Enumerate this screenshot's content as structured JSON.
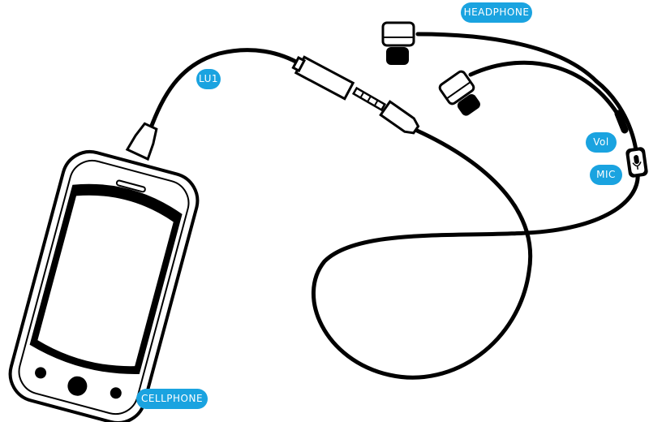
{
  "labels": {
    "headphone": "HEADPHONE",
    "lu1": "LU1",
    "vol": "Vol",
    "mic": "MIC",
    "cellphone": "CELLPHONE"
  },
  "colors": {
    "label_bg": "#1aa3e0",
    "line": "#000000"
  },
  "icons": [
    "microphone-icon"
  ]
}
